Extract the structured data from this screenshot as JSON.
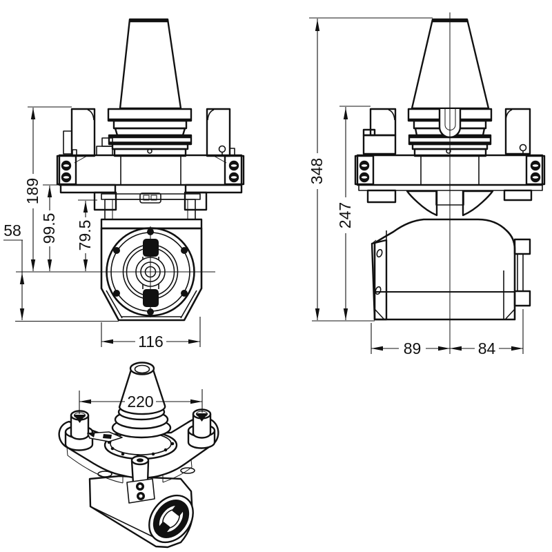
{
  "drawing": {
    "type": "engineering-3-view-drawing",
    "subject": "90-degree angle milling head with BT taper shank",
    "colors": {
      "line": "#111111",
      "background": "#ffffff",
      "fill_accent": "#111111"
    },
    "dimensions": {
      "front_view": {
        "total_height": "189",
        "flange_to_spindle_center": "99.5",
        "body_to_spindle_center": "79.5",
        "center_to_bottom": "58",
        "head_width": "116"
      },
      "side_view": {
        "total_height": "348",
        "mount_face_to_bottom": "247",
        "center_to_front": "89",
        "center_to_rear": "84"
      },
      "iso_view": {
        "locating_pin_span": "220"
      }
    }
  }
}
